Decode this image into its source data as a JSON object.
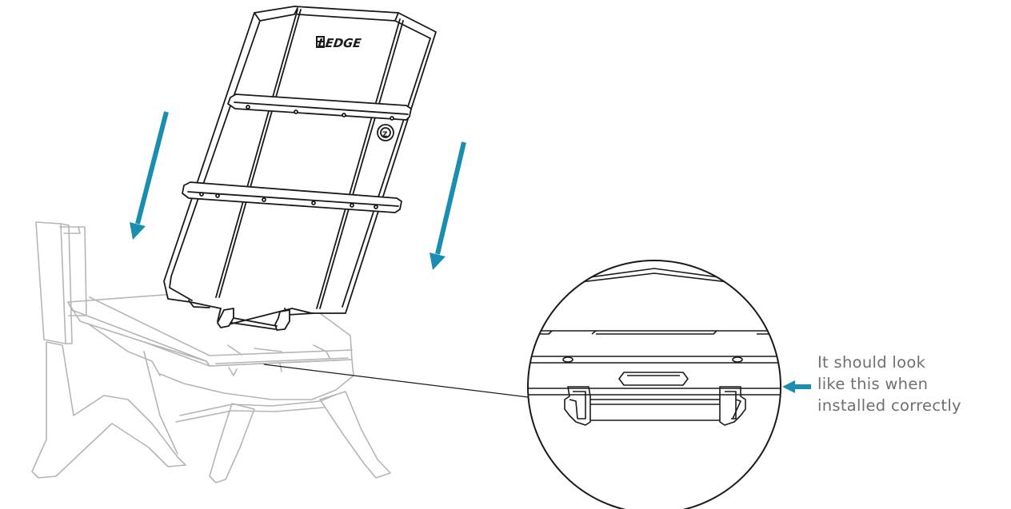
{
  "figure": {
    "brand_label": "LEDGE",
    "caption_lines": [
      "It should look",
      "like this when",
      "installed correctly"
    ]
  },
  "colors": {
    "arrow": "#1a8eb0",
    "line_dark": "#1a1a1a",
    "line_light": "#b5b5b5",
    "caption_text": "#6f6f6f"
  }
}
